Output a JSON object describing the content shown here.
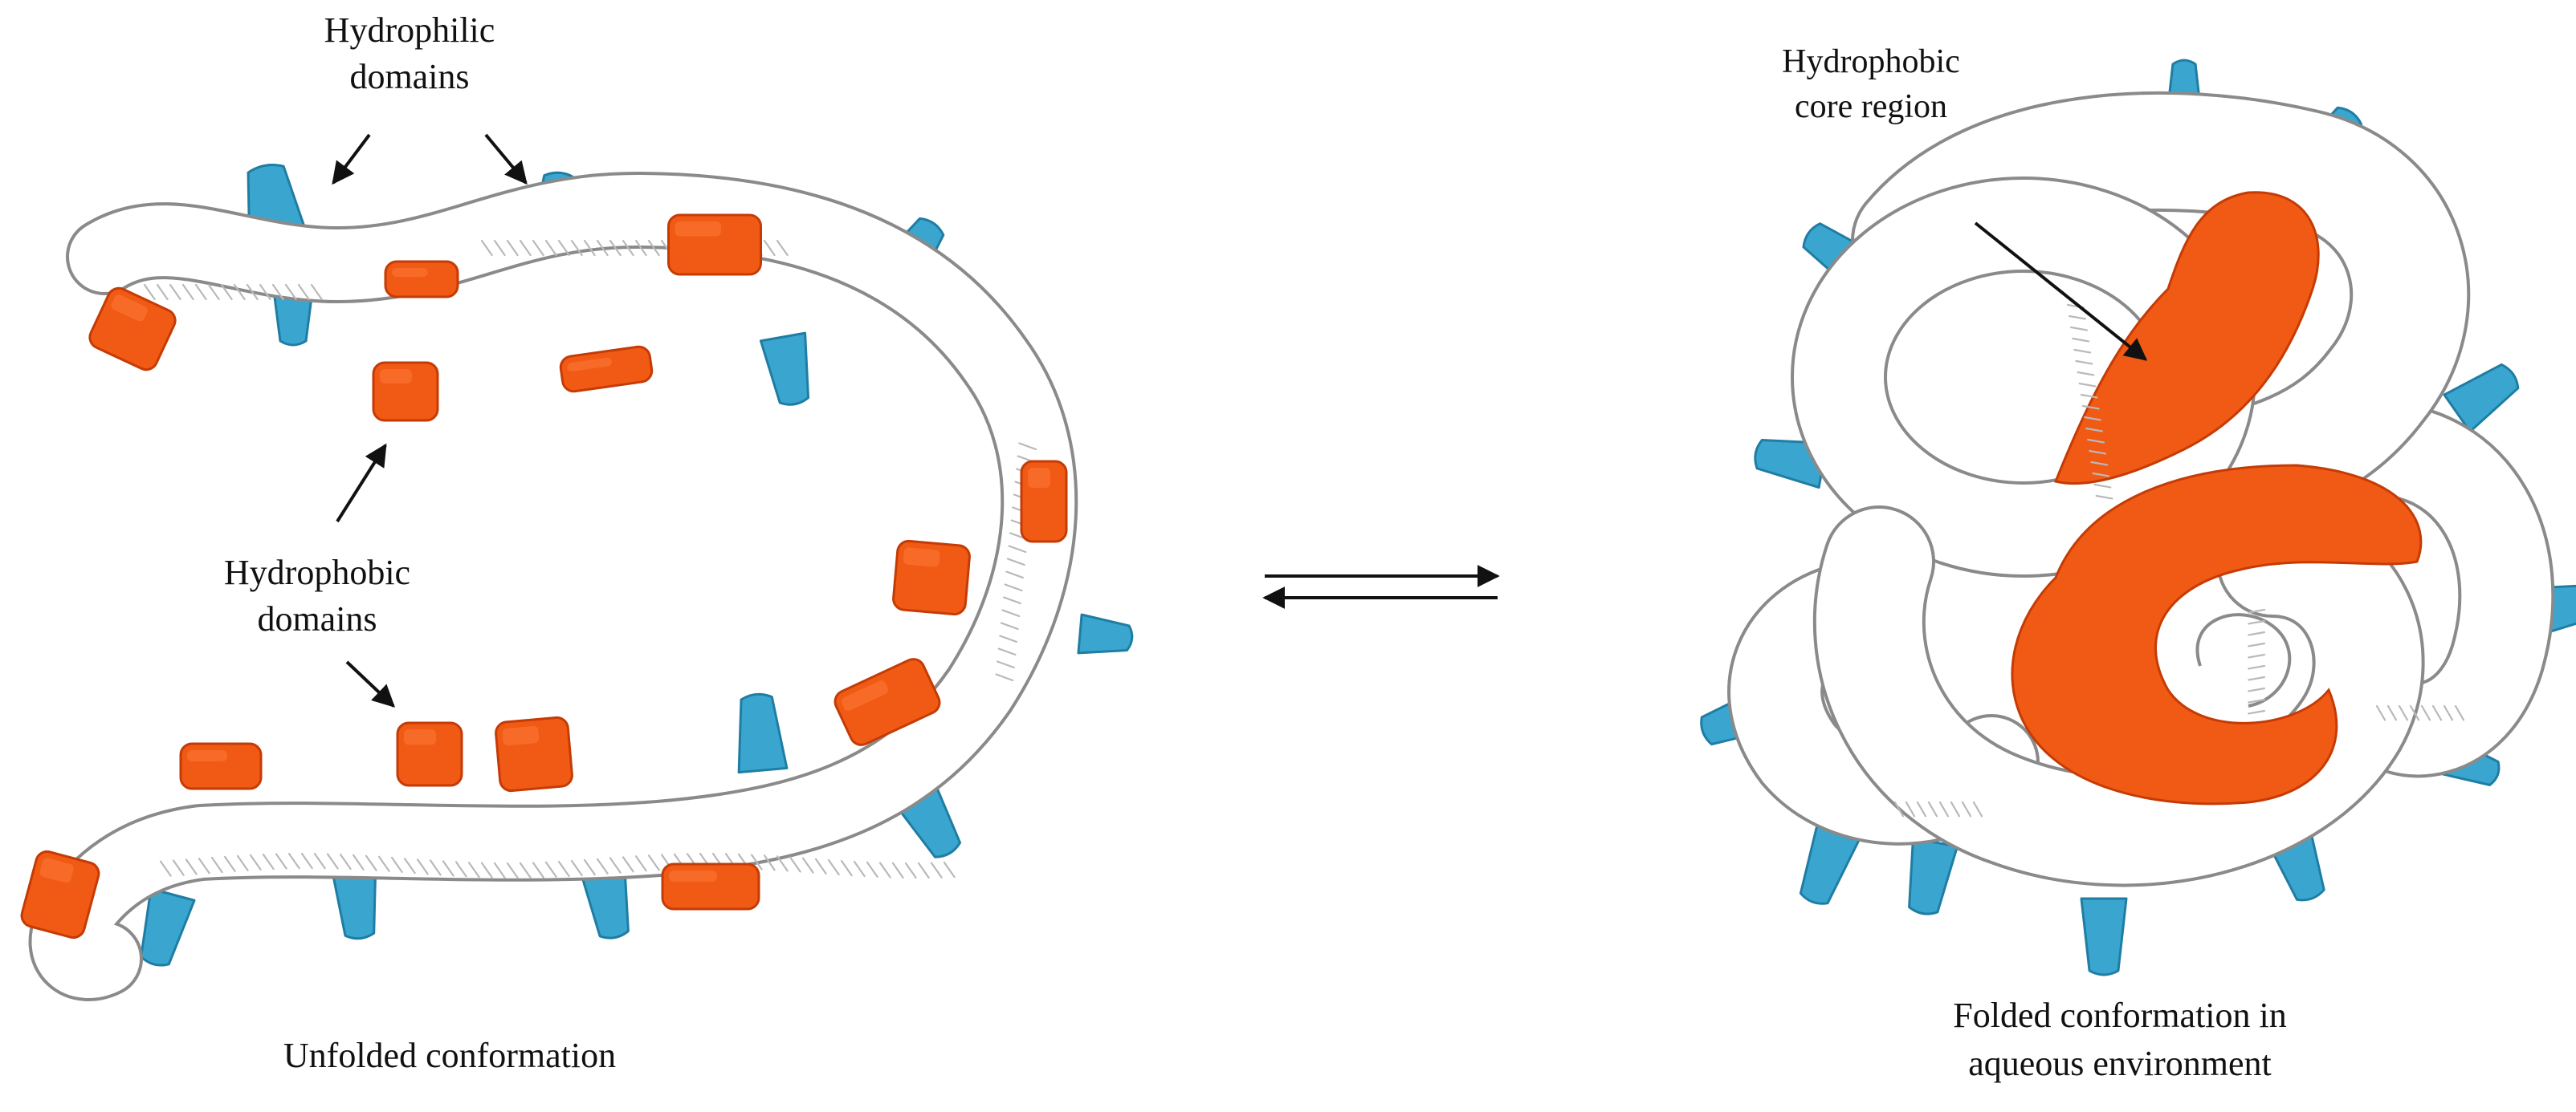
{
  "colors": {
    "hydrophobic": "#f05a14",
    "hydrophobic_edge": "#c53b06",
    "hydrophilic": "#3aa6cf",
    "hydrophilic_edge": "#1f7da3",
    "tube_outline": "#8a8a8a",
    "text": "#111111"
  },
  "labels": {
    "hydrophilic": {
      "line1": "Hydrophilic",
      "line2": "domains"
    },
    "hydrophobic": {
      "line1": "Hydrophobic",
      "line2": "domains"
    },
    "core": {
      "line1": "Hydrophobic",
      "line2": "core region"
    }
  },
  "captions": {
    "unfolded": "Unfolded conformation",
    "folded_line1": "Folded conformation in",
    "folded_line2": "aqueous environment"
  },
  "equilibrium": {
    "symbol": "reversible-arrows"
  },
  "icons": [
    "hydrophobic-domain-icon",
    "hydrophilic-domain-icon",
    "equilibrium-arrows-icon"
  ]
}
